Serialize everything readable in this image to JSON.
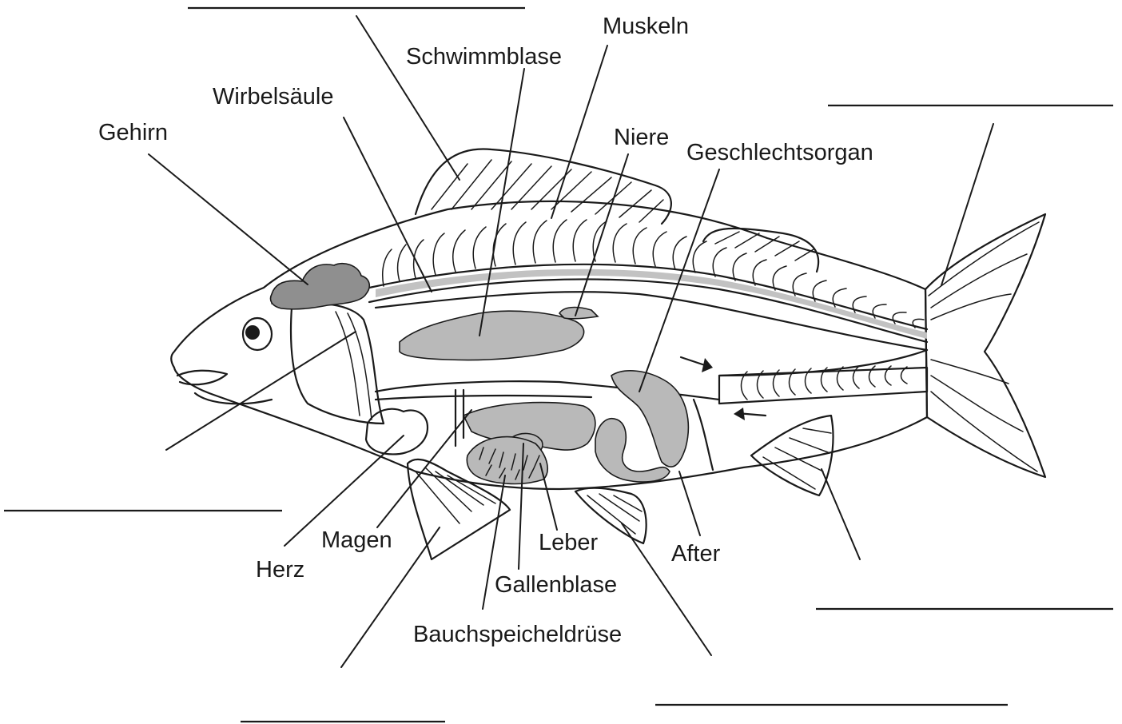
{
  "labels": {
    "gehirn": "Gehirn",
    "wirbelsaeule": "Wirbelsäule",
    "schwimmblase": "Schwimmblase",
    "muskeln": "Muskeln",
    "niere": "Niere",
    "geschlechtsorgan": "Geschlechtsorgan",
    "herz": "Herz",
    "magen": "Magen",
    "leber": "Leber",
    "gallenblase": "Gallenblase",
    "bauchspeicheldruese": "Bauchspeicheldrüse",
    "after": "After"
  },
  "colors": {
    "outline": "#1a1a1a",
    "organ_fill": "#b9b9b9",
    "brain_fill": "#8f8f8f",
    "background": "#ffffff"
  }
}
